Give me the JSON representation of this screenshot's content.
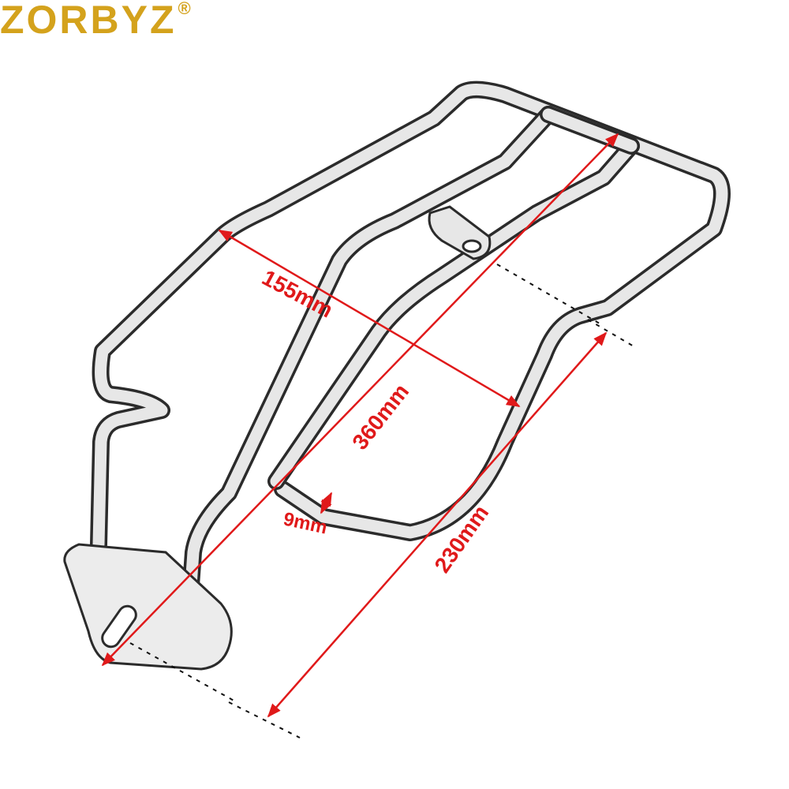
{
  "brand": {
    "name": "ZORBYZ",
    "registered": "®",
    "color": "#d4a21c"
  },
  "dimensions": [
    {
      "id": "width",
      "label": "155mm"
    },
    {
      "id": "length",
      "label": "360mm"
    },
    {
      "id": "tube",
      "label": "9mm"
    },
    {
      "id": "mount",
      "label": "230mm"
    }
  ],
  "colors": {
    "dimension": "#e0191a",
    "tube": "#2b2b2b",
    "tube_fill": "#e7e7e7"
  },
  "icons": [
    "luggage-rack-illustration",
    "dimension-arrow"
  ]
}
